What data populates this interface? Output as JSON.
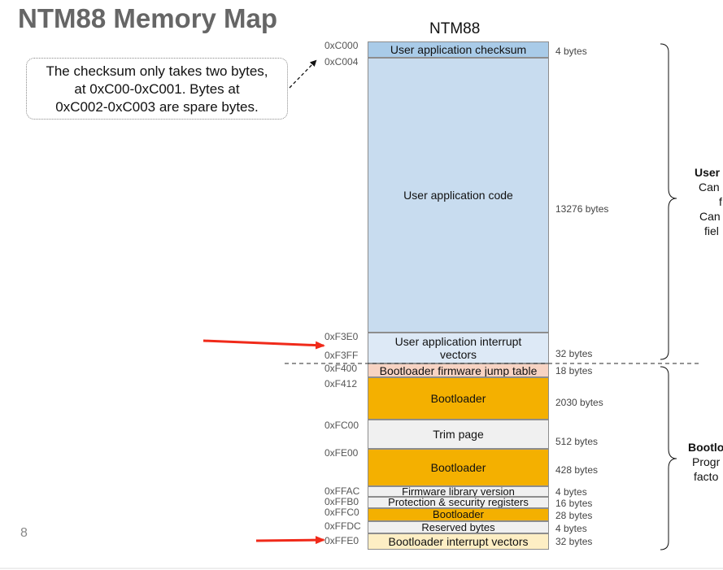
{
  "title": "NTM88 Memory Map",
  "map_title": "NTM88",
  "callout": {
    "line1": "The checksum only takes two bytes,",
    "line2": "at 0xC00-0xC001. Bytes at",
    "line3": "0xC002-0xC003 are spare bytes."
  },
  "segments": [
    {
      "label": "User application checksum",
      "fill": "#a9cbe8"
    },
    {
      "label": "User application code",
      "fill": "#c8dcef"
    },
    {
      "label": "User application interrupt vectors",
      "fill": "#dde9f6"
    },
    {
      "label": "Bootloader firmware jump table",
      "fill": "#f7d3c3"
    },
    {
      "label": "Bootloader",
      "fill": "#f4b000"
    },
    {
      "label": "Trim page",
      "fill": "#f0f0f0"
    },
    {
      "label": "Bootloader",
      "fill": "#f4b000"
    },
    {
      "label": "Firmware library version",
      "fill": "#f0f0f0"
    },
    {
      "label": "Protection & security registers",
      "fill": "#f0f0f0"
    },
    {
      "label": "Bootloader",
      "fill": "#f4b000"
    },
    {
      "label": "Reserved bytes",
      "fill": "#f0f0f0"
    },
    {
      "label": "Bootloader interrupt vectors",
      "fill": "#fdeec4"
    }
  ],
  "addresses": [
    "0xC000",
    "0xC004",
    "0xF3E0",
    "0xF3FF",
    "0xF400",
    "0xF412",
    "0xFC00",
    "0xFE00",
    "0xFFAC",
    "0xFFB0",
    "0xFFC0",
    "0xFFDC",
    "0xFFE0"
  ],
  "sizes": [
    "4 bytes",
    "13276 bytes",
    "32 bytes",
    "18 bytes",
    "2030 bytes",
    "512 bytes",
    "428 bytes",
    "4 bytes",
    "16 bytes",
    "28 bytes",
    "4 bytes",
    "32 bytes"
  ],
  "brace_labels": {
    "user": {
      "line1": "User",
      "line2": "Can",
      "line3": "f",
      "line4": "Can",
      "line5": "fiel"
    },
    "bootloader": {
      "line1": "Bootlo",
      "line2": "Progr",
      "line3": "facto"
    }
  },
  "page_number": "8",
  "colors": {
    "arrow_red": "#f02a1a",
    "divider": "#555555"
  }
}
